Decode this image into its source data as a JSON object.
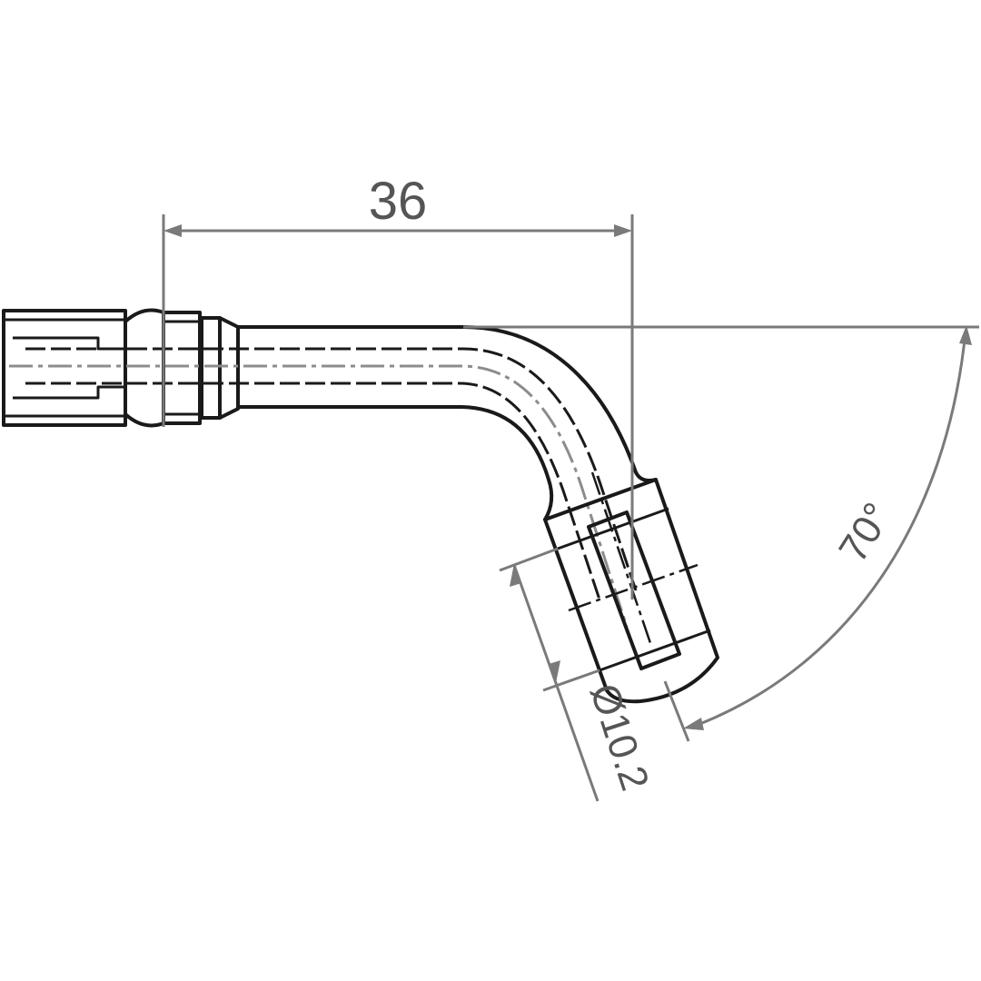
{
  "dimensions": {
    "length": "36",
    "diameter": "Ø10.2",
    "angle": "70°"
  }
}
